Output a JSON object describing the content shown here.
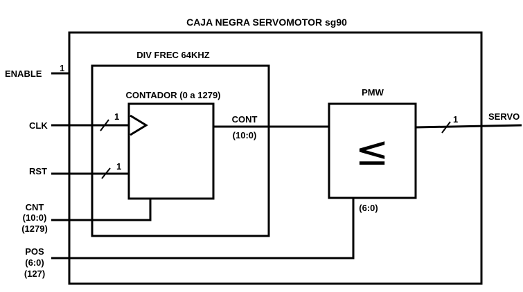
{
  "diagram": {
    "title": "CAJA NEGRA  SERVOMOTOR sg90",
    "div_block": {
      "label": "DIV FREC 64KHZ"
    },
    "counter_block": {
      "label": "CONTADOR (0 a 1279)"
    },
    "cont_wire": {
      "name": "CONT",
      "width": "(10:0)"
    },
    "pmw_block": {
      "label": "PMW",
      "symbol": "≤"
    },
    "pos_tap": {
      "width": "(6:0)"
    },
    "inputs": {
      "enable": {
        "name": "ENABLE",
        "bits": "1"
      },
      "clk": {
        "name": "CLK",
        "bits": "1"
      },
      "rst": {
        "name": "RST",
        "bits": "1"
      },
      "cnt": {
        "name": "CNT",
        "width": "(10:0)",
        "value": "(1279)"
      },
      "pos": {
        "name": "POS",
        "width": "(6:0)",
        "value": "(127)"
      }
    },
    "outputs": {
      "servo": {
        "name": "SERVO",
        "bits": "1"
      }
    }
  }
}
